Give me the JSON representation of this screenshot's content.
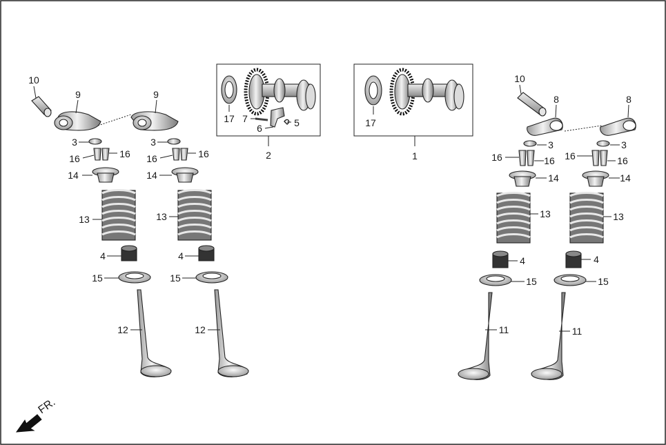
{
  "diagram": {
    "title": "",
    "direction_label": "FR.",
    "callouts": {
      "p1": "1",
      "p2": "2",
      "p3": "3",
      "p4": "4",
      "p5": "5",
      "p6": "6",
      "p7": "7",
      "p8": "8",
      "p9": "9",
      "p10": "10",
      "p11": "11",
      "p12": "12",
      "p13": "13",
      "p14": "14",
      "p15": "15",
      "p16": "16",
      "p17": "17"
    }
  }
}
